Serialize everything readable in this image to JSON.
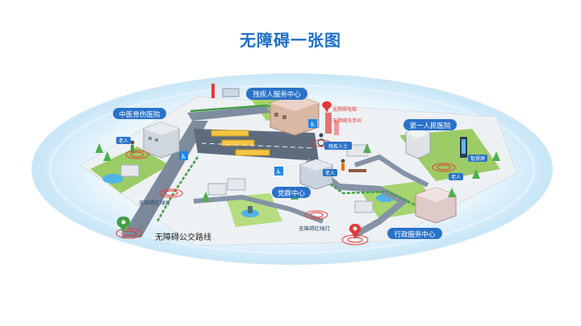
{
  "title": "无障碍一张图",
  "labels": {
    "disabled_center": "残疾人服务中心",
    "elevator": "无障碍电梯",
    "washroom": "无障碍洗手间",
    "tcm_hospital": "中医骨伤医院",
    "first_hospital": "第一人民医院",
    "party_center": "党群中心",
    "admin_center": "行政服务中心",
    "bus_route": "无障碍公交路线",
    "traffic_light_left": "无障碍红绿灯",
    "traffic_light_center": "无障碍红绿灯",
    "disabled_person": "残疾人士",
    "elderly_left": "老人",
    "elderly_center": "老人",
    "elderly_right": "老人",
    "kiosk": "智慧屏"
  },
  "colors": {
    "title": "#1f6fc4",
    "badge": "#2a72c9",
    "ground": "#f2f5f8",
    "grass": "#9ccc65",
    "road": "#7f8da0",
    "ring": "#d0e9f7"
  }
}
